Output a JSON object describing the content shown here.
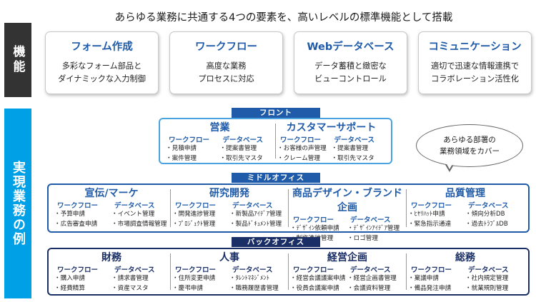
{
  "sidebar_top": "機能",
  "sidebar_bottom": "実現業務の例",
  "heading": "あらゆる業務に共通する4つの要素を、高いレベルの標準機能として搭載",
  "features": [
    {
      "title": "フォーム作成",
      "desc1": "多彩なフォーム部品と",
      "desc2": "ダイナミックな入力制御"
    },
    {
      "title": "ワークフロー",
      "desc1": "高度な業務",
      "desc2": "プロセスに対応"
    },
    {
      "title": "Webデータベース",
      "desc1": "データ蓄積と緻密な",
      "desc2": "ビューコントロール"
    },
    {
      "title": "コミュニケーション",
      "desc1": "適切で迅速な情報連携で",
      "desc2": "コラボレーション活性化"
    }
  ],
  "bubble": {
    "line1": "あらゆる部署の",
    "line2": "業務領域をカバー"
  },
  "tiers": {
    "front": {
      "label": "フロント",
      "cols": [
        {
          "title": "営業",
          "wf": "ワークフロー",
          "wf_items": [
            "見積申請",
            "案件管理"
          ],
          "db": "データベース",
          "db_items": [
            "提案書管理",
            "取引先マスタ"
          ]
        },
        {
          "title": "カスタマーサポート",
          "wf": "ワークフロー",
          "wf_items": [
            "お客様の声管理",
            "クレーム管理"
          ],
          "db": "データベース",
          "db_items": [
            "提案書管理",
            "取引先マスタ"
          ]
        }
      ]
    },
    "middle": {
      "label": "ミドルオフィス",
      "cols": [
        {
          "title": "宣伝/マーケ",
          "wf": "ワークフロー",
          "wf_items": [
            "予算申請",
            "広告審査申請"
          ],
          "db": "データベース",
          "db_items": [
            "イベント管理",
            "市場調査情報管理"
          ]
        },
        {
          "title": "研究開発",
          "wf": "ワークフロー",
          "wf_items": [
            "開発進捗管理",
            "ﾌﾟﾛｼﾞｪｸﾄ管理"
          ],
          "db": "データベース",
          "db_items": [
            "新製品ｱｲﾃﾞｱ管理",
            "製品ﾄﾞｷｭﾒﾝﾄ管理"
          ]
        },
        {
          "title": "商品デザイン・ブランド企画",
          "wf": "ワークフロー",
          "wf_items": [
            "ﾃﾞｻﾞｲﾝ依頼申請",
            "制作進捗管理"
          ],
          "db": "データベース",
          "db_items": [
            "ﾃﾞｻﾞｲﾝｱｲﾃﾞｱ管理",
            "ロゴ管理"
          ]
        },
        {
          "title": "品質管理",
          "wf": "ワークフロー",
          "wf_items": [
            "ﾋﾔﾘﾊｯﾄ申請",
            "緊急指示通達"
          ],
          "db": "データベース",
          "db_items": [
            "傾向分析DB",
            "過去ﾄﾗﾌﾞﾙDB"
          ]
        }
      ]
    },
    "back": {
      "label": "バックオフィス",
      "cols": [
        {
          "title": "財務",
          "wf": "ワークフロー",
          "wf_items": [
            "購入申請",
            "経費精算"
          ],
          "db": "データベース",
          "db_items": [
            "請求書管理",
            "資産マスタ"
          ]
        },
        {
          "title": "人事",
          "wf": "ワークフロー",
          "wf_items": [
            "住所変更申請",
            "慶弔申請"
          ],
          "db": "データベース",
          "db_items": [
            "ﾀﾚﾝﾄﾏﾈｼﾞﾒﾝﾄ",
            "職務履歴書管理"
          ]
        },
        {
          "title": "経営企画",
          "wf": "ワークフロー",
          "wf_items": [
            "経営会議議案申請",
            "役員会議案申請"
          ],
          "db": "データベース",
          "db_items": [
            "経営企画書管理",
            "会議資料管理"
          ]
        },
        {
          "title": "総務",
          "wf": "ワークフロー",
          "wf_items": [
            "稟議申請",
            "備品発注申請"
          ],
          "db": "データベース",
          "db_items": [
            "社内規定管理",
            "就業規則管理"
          ]
        }
      ]
    }
  }
}
